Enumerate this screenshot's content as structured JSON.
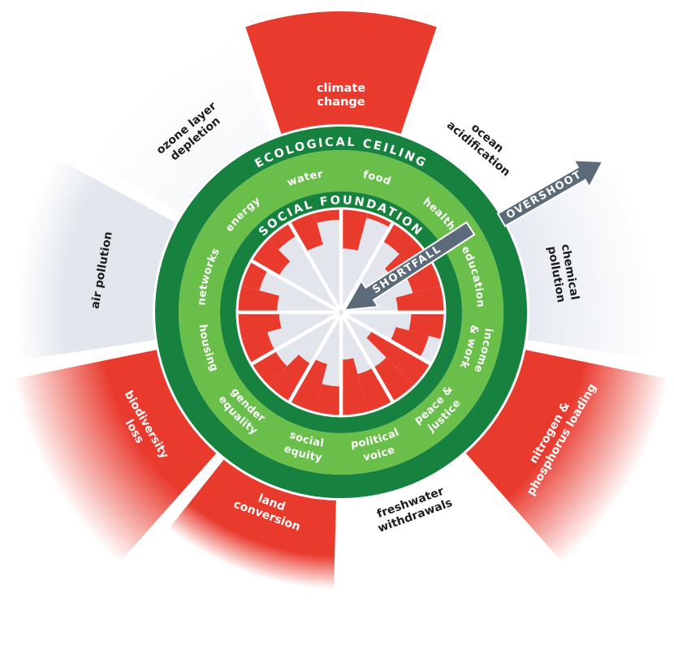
{
  "page": {
    "background": "#ffffff"
  },
  "colors": {
    "red": "#e93a2e",
    "light_green": "#6abf4b",
    "dark_green": "#17813f",
    "hub_gray": "#e2e6ec",
    "wedge_gray": "#dfe5ed",
    "wedge_gray_faint": "#f3f6f9",
    "arrow_slate": "#5b6b79",
    "label_black": "#1d1d1b",
    "white": "#ffffff"
  },
  "rings": {
    "ecological_ceiling": {
      "label": "ECOLOGICAL CEILING"
    },
    "social_foundation": {
      "label": "SOCIAL FOUNDATION"
    }
  },
  "arrows": {
    "overshoot": {
      "label": "OVERSHOOT"
    },
    "shortfall": {
      "label": "SHORTFALL"
    }
  },
  "chart_data": {
    "type": "radial-doughnut",
    "description_visible": false,
    "shortfall_direction": "inward from social foundation",
    "overshoot_direction": "outward beyond ecological ceiling",
    "ecological_boundaries": [
      {
        "name": "climate change",
        "lines": [
          "climate",
          "change"
        ],
        "angle_deg": 0,
        "status": "overshoot",
        "wedge_color": "#e93a2e",
        "label_color": "#ffffff",
        "outer_radius_frac": 1.62,
        "fade_from_frac": 1.0
      },
      {
        "name": "ocean acidification",
        "lines": [
          "ocean",
          "acidification"
        ],
        "angle_deg": 40,
        "status": "within boundary",
        "wedge_color": null,
        "label_color": "#1d1d1b",
        "outer_radius_frac": null,
        "fade_from_frac": null
      },
      {
        "name": "chemical pollution",
        "lines": [
          "chemical",
          "pollution"
        ],
        "angle_deg": 80,
        "status": "not quantified",
        "wedge_color": "#dfe5ed",
        "label_color": "#1d1d1b",
        "outer_radius_frac": 1.68,
        "fade_from_frac": 0.5
      },
      {
        "name": "nitrogen & phosphorus loading",
        "lines": [
          "nitrogen &",
          "phosphorus loading"
        ],
        "angle_deg": 120,
        "status": "overshoot",
        "wedge_color": "#e93a2e",
        "label_color": "#ffffff",
        "outer_radius_frac": 1.8,
        "fade_from_frac": 0.74
      },
      {
        "name": "freshwater withdrawals",
        "lines": [
          "freshwater",
          "withdrawals"
        ],
        "angle_deg": 160,
        "status": "within boundary",
        "wedge_color": null,
        "label_color": "#1d1d1b",
        "outer_radius_frac": null,
        "fade_from_frac": null
      },
      {
        "name": "land conversion",
        "lines": [
          "land",
          "conversion"
        ],
        "angle_deg": 200,
        "status": "overshoot",
        "wedge_color": "#e93a2e",
        "label_color": "#ffffff",
        "outer_radius_frac": 1.49,
        "fade_from_frac": 0.88
      },
      {
        "name": "biodiversity loss",
        "lines": [
          "biodiversity",
          "loss"
        ],
        "angle_deg": 240,
        "status": "overshoot",
        "wedge_color": "#e93a2e",
        "label_color": "#ffffff",
        "outer_radius_frac": 1.8,
        "fade_from_frac": 0.72
      },
      {
        "name": "air pollution",
        "lines": [
          "air pollution"
        ],
        "angle_deg": 280,
        "status": "not quantified",
        "wedge_color": "#e2e7ee",
        "label_color": "#1d1d1b",
        "outer_radius_frac": 1.75,
        "fade_from_frac": 0.85
      },
      {
        "name": "ozone layer depletion",
        "lines": [
          "ozone layer",
          "depletion"
        ],
        "angle_deg": 320,
        "status": "within boundary",
        "wedge_color": "#f3f6f9",
        "label_color": "#1d1d1b",
        "outer_radius_frac": 1.58,
        "fade_from_frac": 0.5
      }
    ],
    "social_dimensions": [
      {
        "name": "food",
        "lines": [
          "food"
        ],
        "angle_deg": 15,
        "subwedges": [
          [
            1.0,
            0.62
          ],
          [
            1.0,
            0.95
          ]
        ]
      },
      {
        "name": "health",
        "lines": [
          "health"
        ],
        "angle_deg": 45,
        "subwedges": [
          [
            1.0,
            0.8
          ],
          [
            1.0,
            0.6
          ]
        ]
      },
      {
        "name": "education",
        "lines": [
          "education"
        ],
        "angle_deg": 75,
        "subwedges": [
          [
            1.0,
            0.72
          ],
          [
            1.0,
            0.55
          ]
        ]
      },
      {
        "name": "income & work",
        "lines": [
          "income",
          "& work"
        ],
        "angle_deg": 105,
        "subwedges": [
          [
            1.0,
            0.68
          ],
          [
            0.88,
            0.55
          ]
        ]
      },
      {
        "name": "peace & justice",
        "lines": [
          "peace &",
          "justice"
        ],
        "angle_deg": 135,
        "subwedges": [
          [
            1.0,
            0.35
          ],
          [
            1.0,
            0.62
          ]
        ]
      },
      {
        "name": "political voice",
        "lines": [
          "political",
          "voice"
        ],
        "angle_deg": 165,
        "subwedges": [
          [
            1.0,
            0.62
          ],
          [
            1.0,
            0.46
          ]
        ]
      },
      {
        "name": "social equity",
        "lines": [
          "social",
          "equity"
        ],
        "angle_deg": 195,
        "subwedges": [
          [
            1.0,
            0.72
          ],
          [
            1.0,
            0.52
          ]
        ]
      },
      {
        "name": "gender equality",
        "lines": [
          "gender",
          "equality"
        ],
        "angle_deg": 225,
        "subwedges": [
          [
            1.0,
            0.58
          ],
          [
            1.0,
            0.74
          ]
        ]
      },
      {
        "name": "housing",
        "lines": [
          "housing"
        ],
        "angle_deg": 255,
        "subwedges": [
          [
            1.0,
            0.74
          ],
          [
            1.0,
            0.6
          ]
        ]
      },
      {
        "name": "networks",
        "lines": [
          "networks"
        ],
        "angle_deg": 285,
        "subwedges": [
          [
            1.0,
            0.62
          ],
          [
            1.0,
            0.82
          ]
        ]
      },
      {
        "name": "energy",
        "lines": [
          "energy"
        ],
        "angle_deg": 315,
        "subwedges": [
          [
            1.0,
            0.7
          ],
          [
            1.0,
            0.86
          ]
        ]
      },
      {
        "name": "water",
        "lines": [
          "water"
        ],
        "angle_deg": 345,
        "subwedges": [
          [
            1.0,
            0.68
          ],
          [
            1.0,
            0.9
          ]
        ]
      }
    ]
  }
}
